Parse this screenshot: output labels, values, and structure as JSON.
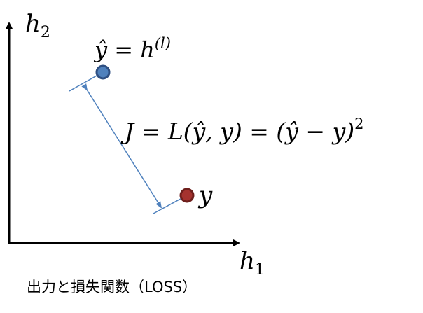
{
  "axes": {
    "x_label_base": "h",
    "x_label_sub": "1",
    "y_label_base": "h",
    "y_label_sub": "2"
  },
  "points": {
    "prediction": {
      "label_base": "ŷ = h",
      "label_sup": "(l)",
      "color": "#4F81BD"
    },
    "target": {
      "label": "y",
      "color": "#A5322F"
    }
  },
  "loss_equation": {
    "main": "J = L(ŷ, y) = (ŷ − y)",
    "exponent": "2"
  },
  "arrow_color": "#4F81BD",
  "caption": "出力と損失関数（LOSS）"
}
